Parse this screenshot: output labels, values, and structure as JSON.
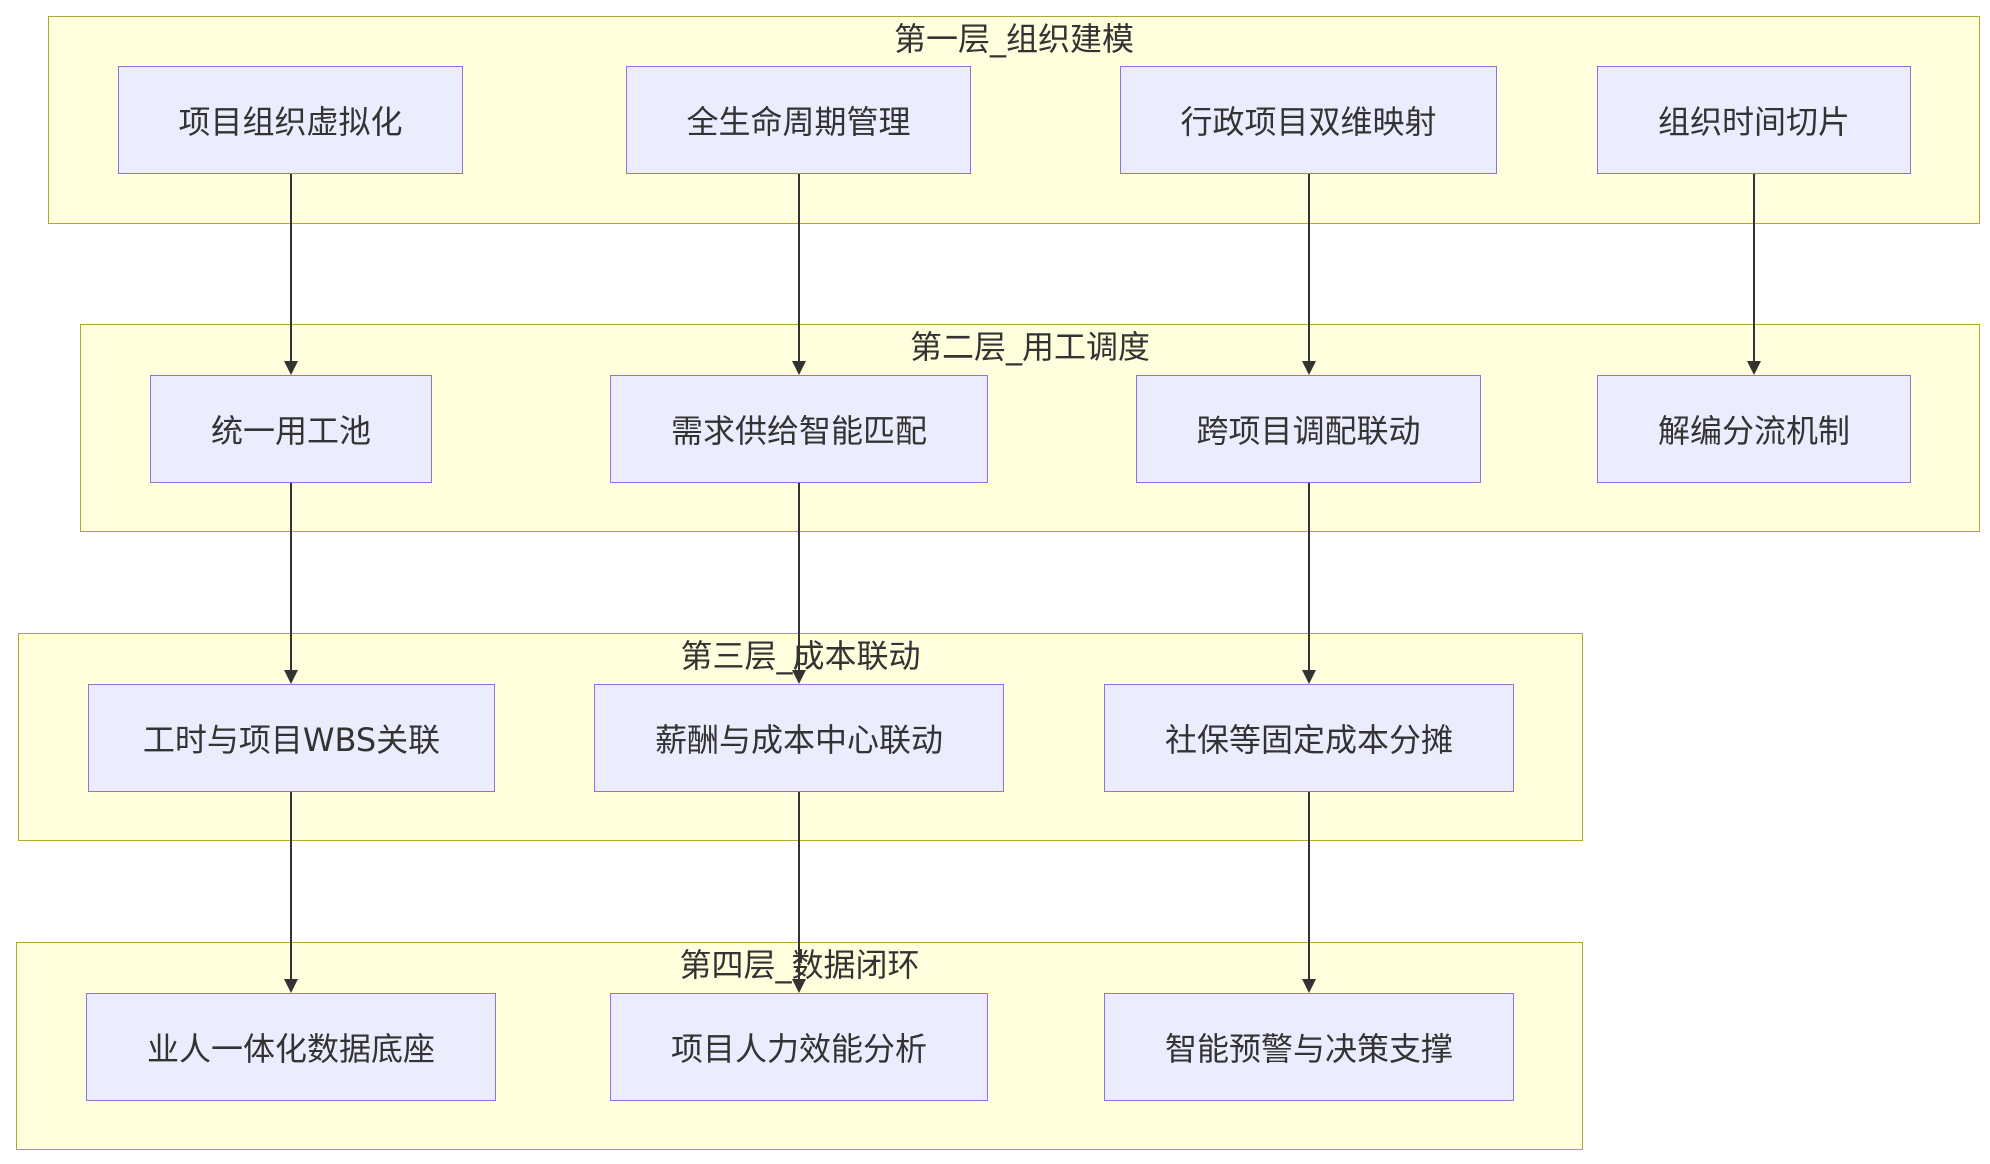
{
  "layers": [
    {
      "title": "第一层_组织建模",
      "nodes": [
        "项目组织虚拟化",
        "全生命周期管理",
        "行政项目双维映射",
        "组织时间切片"
      ]
    },
    {
      "title": "第二层_用工调度",
      "nodes": [
        "统一用工池",
        "需求供给智能匹配",
        "跨项目调配联动",
        "解编分流机制"
      ]
    },
    {
      "title": "第三层_成本联动",
      "nodes": [
        "工时与项目WBS关联",
        "薪酬与成本中心联动",
        "社保等固定成本分摊"
      ]
    },
    {
      "title": "第四层_数据闭环",
      "nodes": [
        "业人一体化数据底座",
        "项目人力效能分析",
        "智能预警与决策支撑"
      ]
    }
  ]
}
